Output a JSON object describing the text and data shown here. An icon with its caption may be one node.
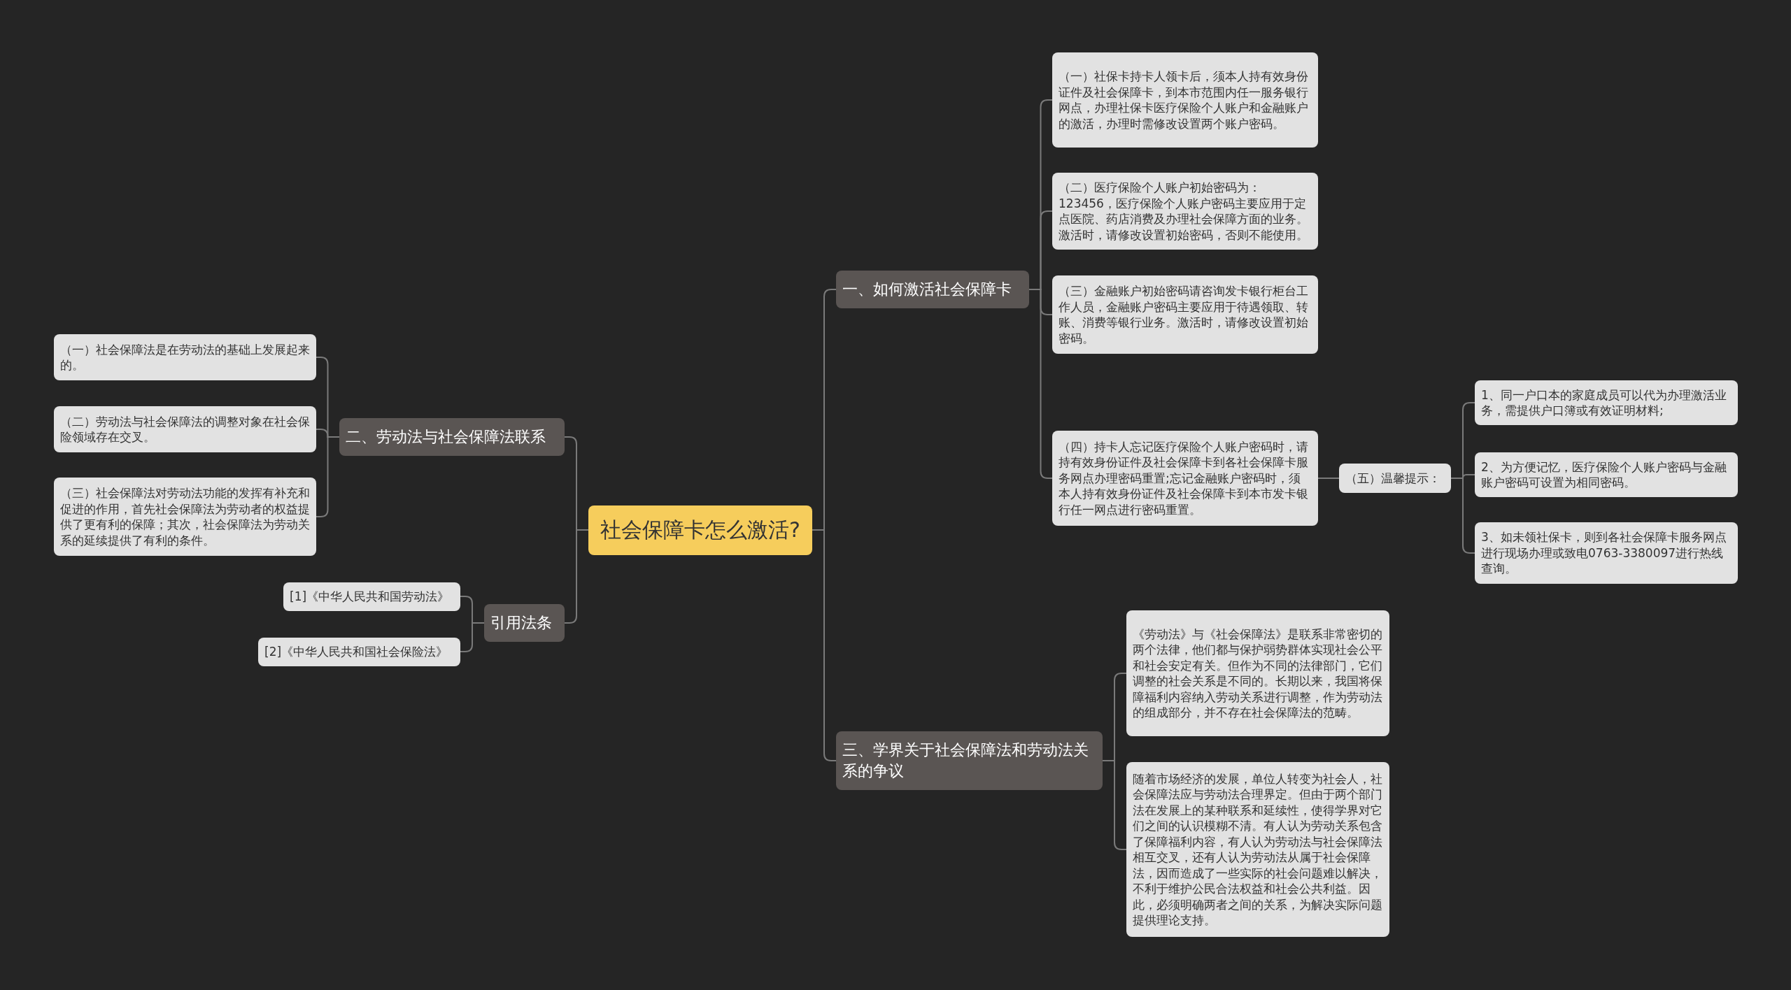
{
  "diagram": {
    "nodes": [
      {
        "text": [
          "社会保障卡怎么激活?"
        ]
      },
      {
        "text": [
          "一、如何激活社会保障卡"
        ]
      },
      {
        "text": [
          "（一）社保卡持卡人领卡后，须本人持有效身份证件及社会保障卡，到本市范围内任一服务银行网点，办理社保卡医疗保险个人账户和金融账户的激活，办理时需修改设置两个账户密码。"
        ]
      },
      {
        "text": [
          "（二）医疗保险个人账户初始密码为：123456，医疗保险个人账户密码主要应用于定点医院、药店消费及办理社会保障方面的业务。激活时，请修改设置初始密码，否则不能使用。"
        ]
      },
      {
        "text": [
          "（三）金融账户初始密码请咨询发卡银行柜台工作人员，金融账户密码主要应用于待遇领取、转账、消费等银行业务。激活时，请修改设置初始密码。"
        ]
      },
      {
        "text": [
          "（四）持卡人忘记医疗保险个人账户密码时，请持有效身份证件及社会保障卡到各社会保障卡服务网点办理密码重置;忘记金融账户密码时，须本人持有效身份证件及社会保障卡到本市发卡银行任一网点进行密码重置。"
        ]
      },
      {
        "text": [
          "（五）温馨提示："
        ]
      },
      {
        "text": [
          "1、同一户口本的家庭成员可以代为办理激活业务，需提供户口簿或有效证明材料;"
        ]
      },
      {
        "text": [
          "2、为方便记忆，医疗保险个人账户密码与金融账户密码可设置为相同密码。"
        ]
      },
      {
        "text": [
          "3、如未领社保卡，则到各社会保障卡服务网点进行现场办理或致电0763-3380097进行热线查询。"
        ]
      },
      {
        "text": [
          "三、学界关于社会保障法和劳动法关系的争议"
        ]
      },
      {
        "text": [
          "《劳动法》与《社会保障法》是联系非常密切的两个法律，他们都与保护弱势群体实现社会公平和社会安定有关。但作为不同的法律部门，它们调整的社会关系是不同的。长期以来，我国将保障福利内容纳入劳动关系进行调整，作为劳动法的组成部分，并不存在社会保障法的范畴。"
        ]
      },
      {
        "text": [
          "随着市场经济的发展，单位人转变为社会人，社会保障法应与劳动法合理界定。但由于两个部门法在发展上的某种联系和延续性，使得学界对它们之间的认识模糊不清。有人认为劳动关系包含了保障福利内容，有人认为劳动法与社会保障法相互交叉，还有人认为劳动法从属于社会保障法，因而造成了一些实际的社会问题难以解决，不利于维护公民合法权益和社会公共利益。因此，必须明确两者之间的关系，为解决实际问题提供理论支持。"
        ]
      },
      {
        "text": [
          "二、劳动法与社会保障法联系"
        ]
      },
      {
        "text": [
          "（一）社会保障法是在劳动法的基础上发展起来的。"
        ]
      },
      {
        "text": [
          "（二）劳动法与社会保障法的调整对象在社会保险领域存在交叉。"
        ]
      },
      {
        "text": [
          "（三）社会保障法对劳动法功能的发挥有补充和促进的作用，首先社会保障法为劳动者的权益提供了更有利的保障；其次，社会保障法为劳动关系的延续提供了有利的条件。"
        ]
      },
      {
        "text": [
          "引用法条"
        ]
      },
      {
        "text": [
          "[1]《中华人民共和国劳动法》"
        ]
      },
      {
        "text": [
          "[2]《中华人民共和国社会保险法》"
        ]
      }
    ],
    "edges": [
      {
        "from": 0,
        "to": 1,
        "arrow": "none"
      },
      {
        "from": 1,
        "to": 2,
        "arrow": "none"
      },
      {
        "from": 1,
        "to": 3,
        "arrow": "none"
      },
      {
        "from": 1,
        "to": 4,
        "arrow": "none"
      },
      {
        "from": 1,
        "to": 5,
        "arrow": "none"
      },
      {
        "from": 5,
        "to": 6,
        "arrow": "none"
      },
      {
        "from": 6,
        "to": 7,
        "arrow": "none"
      },
      {
        "from": 6,
        "to": 8,
        "arrow": "none"
      },
      {
        "from": 6,
        "to": 9,
        "arrow": "none"
      },
      {
        "from": 0,
        "to": 10,
        "arrow": "none"
      },
      {
        "from": 10,
        "to": 11,
        "arrow": "none"
      },
      {
        "from": 10,
        "to": 12,
        "arrow": "none"
      },
      {
        "from": 0,
        "to": 13,
        "arrow": "none"
      },
      {
        "from": 13,
        "to": 14,
        "arrow": "none"
      },
      {
        "from": 13,
        "to": 15,
        "arrow": "none"
      },
      {
        "from": 13,
        "to": 16,
        "arrow": "none"
      },
      {
        "from": 0,
        "to": 17,
        "arrow": "none"
      },
      {
        "from": 17,
        "to": 18,
        "arrow": "none"
      },
      {
        "from": 17,
        "to": 19,
        "arrow": "none"
      }
    ]
  }
}
